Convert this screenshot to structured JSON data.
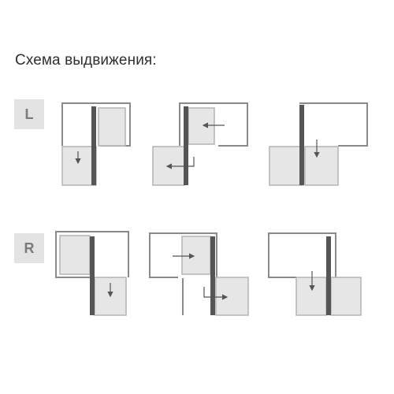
{
  "title": "Схема выдвижения:",
  "rows": [
    {
      "label": "L"
    },
    {
      "label": "R"
    }
  ],
  "colors": {
    "frame": "#8a8a8a",
    "panel_fill": "#e6e6e6",
    "panel_stroke": "#b4b4b4",
    "post": "#555555",
    "arrow": "#555555",
    "badge_bg": "#e3e3e3",
    "badge_text": "#7a7a7a"
  }
}
